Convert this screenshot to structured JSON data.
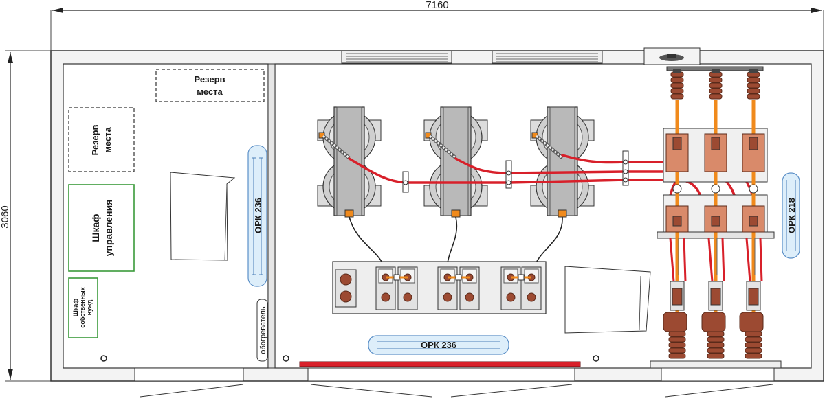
{
  "dimensions": {
    "width_label": "7160",
    "height_label": "3060"
  },
  "left_room": {
    "reserve_top": [
      "Резерв",
      "места"
    ],
    "reserve_left": [
      "Резерв",
      "места"
    ],
    "control_cabinet": [
      "Шкаф",
      "управления"
    ],
    "aux_cabinet": [
      "Шкаф",
      "собственных",
      "нужд"
    ],
    "heater_label": "обогреватель",
    "ork_label": "ОРК 236"
  },
  "right_room": {
    "ork_bottom_label": "ОРК 236",
    "ork_right_label": "ОРК 218"
  },
  "colors": {
    "wall_fill": "#f2f2f2",
    "wall_stroke": "#333333",
    "cable_red": "#d8202a",
    "bus_orange": "#f08a1c",
    "insulator_brown": "#9c4a32",
    "transformer_gray": "#cfcfcf",
    "ork_fill": "#ddeefa",
    "ork_stroke": "#5b8fc7",
    "control_green": "#3a9a3a"
  }
}
